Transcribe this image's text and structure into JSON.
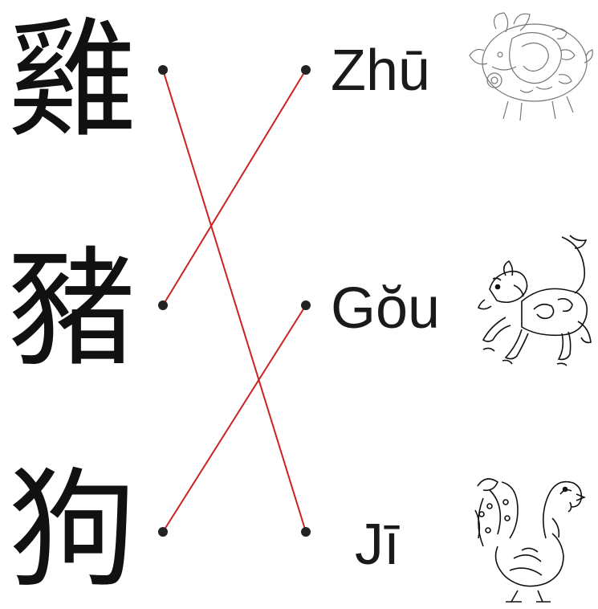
{
  "chinese_characters": [
    "雞",
    "豬",
    "狗"
  ],
  "pinyin": [
    "Zhū",
    "Gŏu",
    "Jī"
  ],
  "animal_icons": [
    "pig-illustration",
    "dog-illustration",
    "rooster-illustration"
  ],
  "matches": [
    {
      "character": "雞",
      "pinyin": "Jī"
    },
    {
      "character": "豬",
      "pinyin": "Zhū"
    },
    {
      "character": "狗",
      "pinyin": "Gŏu"
    }
  ],
  "colors": {
    "line": "#cc2222",
    "dot": "#222222",
    "text": "#111111"
  }
}
